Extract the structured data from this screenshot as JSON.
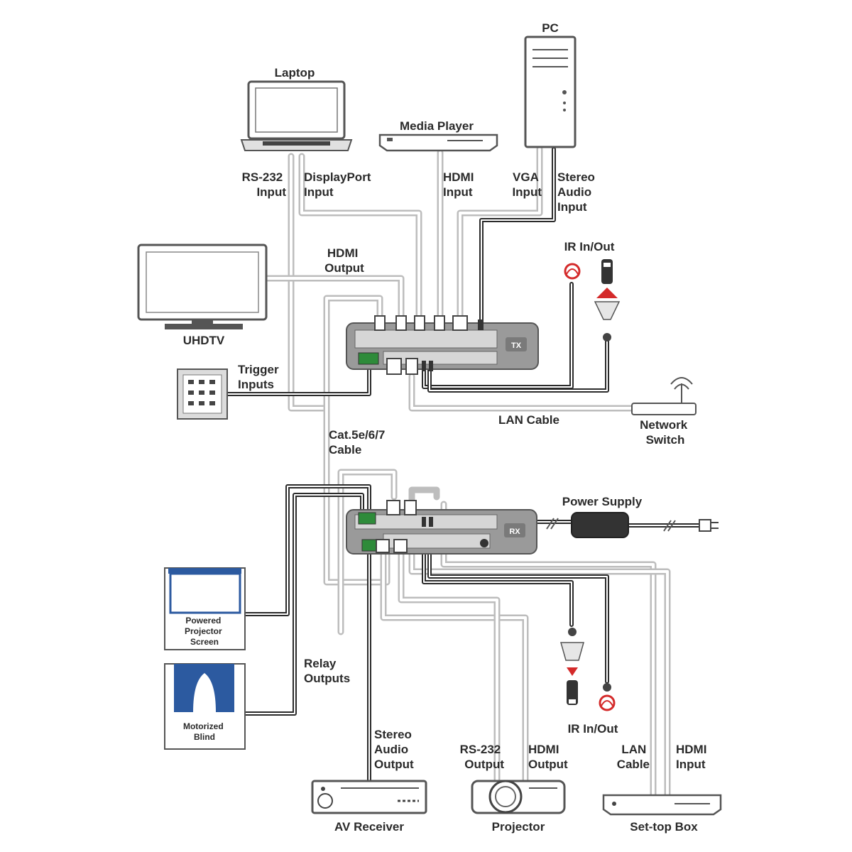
{
  "devices": {
    "pc": "PC",
    "laptop": "Laptop",
    "media_player": "Media Player",
    "uhdtv": "UHDTV",
    "network_switch": [
      "Network",
      "Switch"
    ],
    "power_supply": "Power Supply",
    "powered_projector_screen": [
      "Powered",
      "Projector",
      "Screen"
    ],
    "motorized_blind": [
      "Motorized",
      "Blind"
    ],
    "av_receiver": "AV Receiver",
    "projector": "Projector",
    "set_top_box": "Set-top Box"
  },
  "units": {
    "tx": "TX",
    "rx": "RX"
  },
  "labels": {
    "rs232_input": [
      "RS-232",
      "Input"
    ],
    "displayport_input": [
      "DisplayPort",
      "Input"
    ],
    "hdmi_input_top": [
      "HDMI",
      "Input"
    ],
    "vga_input": [
      "VGA",
      "Input"
    ],
    "stereo_audio_input": [
      "Stereo",
      "Audio",
      "Input"
    ],
    "hdmi_output_top": [
      "HDMI",
      "Output"
    ],
    "ir_in_out_top": "IR In/Out",
    "trigger_inputs": [
      "Trigger",
      "Inputs"
    ],
    "lan_cable_top": "LAN Cable",
    "cat_cable": [
      "Cat.5e/6/7",
      "Cable"
    ],
    "relay_outputs": [
      "Relay",
      "Outputs"
    ],
    "ir_in_out_bottom": "IR In/Out",
    "stereo_audio_output": [
      "Stereo",
      "Audio",
      "Output"
    ],
    "rs232_output": [
      "RS-232",
      "Output"
    ],
    "hdmi_output_bottom": [
      "HDMI",
      "Output"
    ],
    "lan_cable_bottom": [
      "LAN",
      "Cable"
    ],
    "hdmi_input_bottom": [
      "HDMI",
      "Input"
    ]
  },
  "colors": {
    "cable_gray": "#bdbdbd",
    "cable_black": "#2b2b2b",
    "ir_red": "#d42a2a",
    "screen_blue": "#2c5aa0"
  }
}
